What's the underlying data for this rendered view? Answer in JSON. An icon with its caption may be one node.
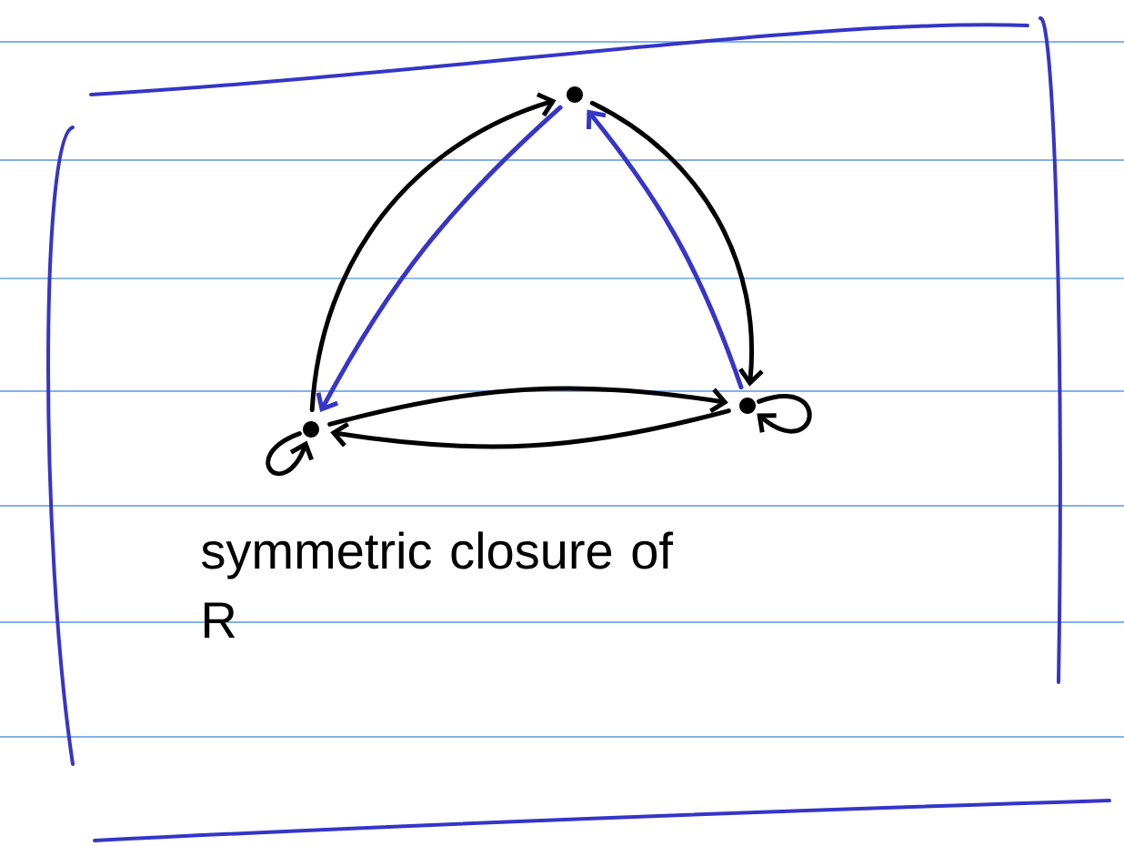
{
  "diagram": {
    "nodes": [
      {
        "text": [],
        "shape": "circle"
      },
      {
        "text": [],
        "shape": "circle"
      },
      {
        "text": [],
        "shape": "circle"
      }
    ],
    "edges": [
      {
        "from": 1,
        "to": 0,
        "arrow": "to"
      },
      {
        "from": 0,
        "to": 2,
        "arrow": "to"
      },
      {
        "from": 0,
        "to": 1,
        "arrow": "to",
        "color": "#3535c8"
      },
      {
        "from": 2,
        "to": 0,
        "arrow": "to",
        "color": "#3535c8"
      },
      {
        "from": 1,
        "to": 2,
        "arrow": "to"
      },
      {
        "from": 2,
        "to": 1,
        "arrow": "to"
      },
      {
        "from": 1,
        "to": 1,
        "arrow": "to"
      },
      {
        "from": 2,
        "to": 2,
        "arrow": "to"
      }
    ],
    "labels": [
      "symmetric closure of R"
    ]
  }
}
